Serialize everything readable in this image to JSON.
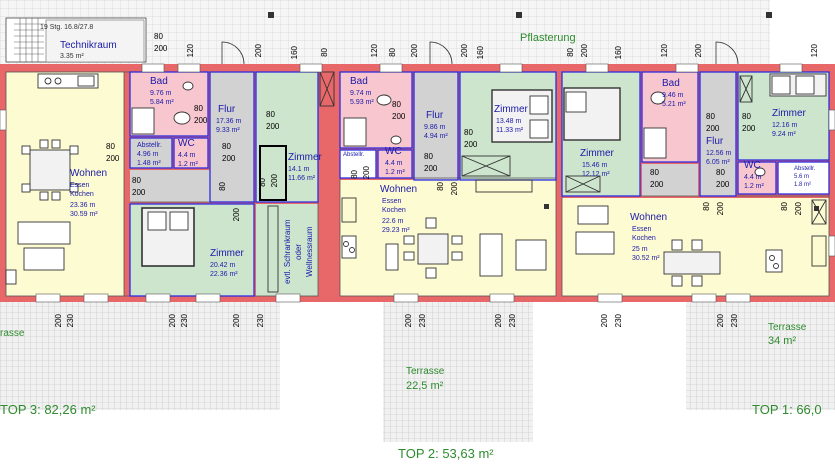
{
  "colors": {
    "wall": "#e8686a",
    "wall_dark": "#c44346",
    "yellow": "#fdfbd2",
    "pink": "#f7c6cf",
    "green": "#cde5cd",
    "grey": "#d2d2d2",
    "blue_box": "#2d2de0",
    "green_text": "#2e8b2e",
    "room_text": "#1a1aaa",
    "terrace": "#e4e4e4",
    "grid": "#b9b9b9"
  },
  "top_labels": {
    "stair": "19 Stg. 16.8/27.8",
    "technikraum": "Technikraum",
    "technikraum_area": "3.35 m²",
    "pflasterung": "Pflasterung"
  },
  "dims": {
    "d80": "80",
    "d200": "200",
    "d120": "120",
    "d160": "160",
    "d230": "230"
  },
  "top3": {
    "wohnen": "Wohnen",
    "essen": "Essen",
    "kochen": "Kochen",
    "wohnen_m": "23.36 m",
    "wohnen_a": "30.59 m²",
    "bad": "Bad",
    "bad_m": "9.76 m",
    "bad_a": "5.84 m²",
    "flur": "Flur",
    "flur_m": "17.36 m",
    "flur_a": "9.33 m²",
    "abstell": "Abstellr.",
    "abstell_m": "4.96 m",
    "abstell_a": "1.48 m²",
    "wc": "WC",
    "wc_m": "4.4 m",
    "wc_a": "1.2 m²",
    "zimmer1": "Zimmer",
    "zimmer1_m": "14.1 m",
    "zimmer1_a": "11.66 m²",
    "zimmer2": "Zimmer",
    "zimmer2_m": "20.42 m",
    "zimmer2_a": "22.36 m²",
    "schrank1": "evtl. Schrankraum",
    "schrank2": "oder",
    "schrank3": "Wellnessraum",
    "terrasse": "rasse",
    "total": "TOP 3: 82,26 m²"
  },
  "top2": {
    "bad": "Bad",
    "bad_m": "9.74 m",
    "bad_a": "5.93 m²",
    "flur": "Flur",
    "flur_m": "9.86 m",
    "flur_a": "4.94 m²",
    "zimmer": "Zimmer",
    "zimmer_m": "13.48 m",
    "zimmer_a": "11.33 m²",
    "abstell": "Abstellr.",
    "wc": "WC",
    "wc_m": "4.4 m",
    "wc_a": "1.2 m²",
    "wohnen": "Wohnen",
    "essen": "Essen",
    "kochen": "Kochen",
    "wohnen_m": "22.6 m",
    "wohnen_a": "29.23 m²",
    "terrasse": "Terrasse",
    "terrasse_a": "22,5 m²",
    "total": "TOP 2: 53,63 m²"
  },
  "top1": {
    "bad": "Bad",
    "bad_m": "9.46 m",
    "bad_a": "5.21 m²",
    "zimmer1": "Zimmer",
    "zimmer1_m": "15.46 m",
    "zimmer1_a": "12.12 m²",
    "flur": "Flur",
    "flur_m": "12.56 m",
    "flur_a": "6.05 m²",
    "zimmer2": "Zimmer",
    "zimmer2_m": "12.16 m",
    "zimmer2_a": "9.24 m²",
    "wc": "WC",
    "wc_m": "4.4 m",
    "wc_a": "1.2 m²",
    "abstell": "Abstellr.",
    "abstell_m": "5.6 m",
    "abstell_a": "1.8 m²",
    "wohnen": "Wohnen",
    "essen": "Essen",
    "kochen": "Kochen",
    "wohnen_m": "25 m",
    "wohnen_a": "30.52 m²",
    "terrasse": "Terrasse",
    "terrasse_a": "34 m²",
    "total": "TOP 1: 66,0"
  }
}
